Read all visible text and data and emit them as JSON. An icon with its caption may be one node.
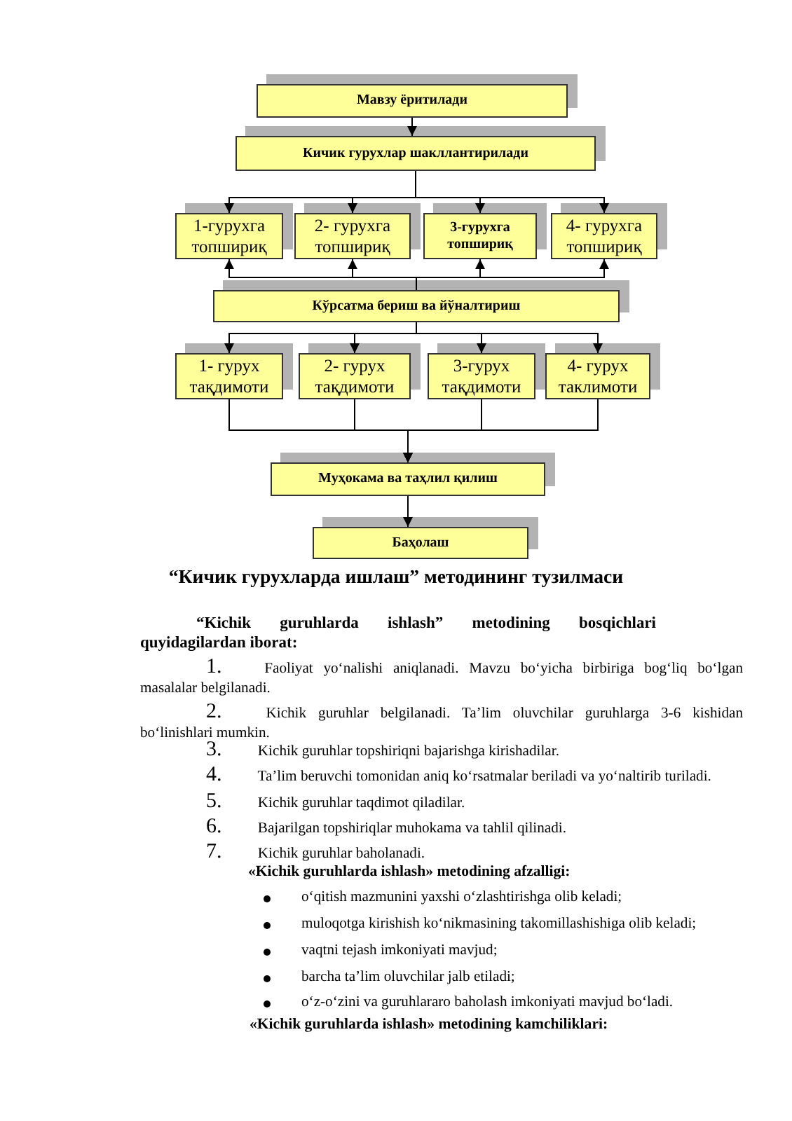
{
  "diagram": {
    "caption": "“Кичик гурухларда ишлаш” методининг тузилмаси",
    "nodes": [
      {
        "text": [
          "Мавзу ёритилади"
        ]
      },
      {
        "text": [
          "Кичик гурухлар шакллантирилади"
        ]
      },
      {
        "text": [
          "1-гурухга топшириқ"
        ]
      },
      {
        "text": [
          "2- гурухга топшириқ"
        ]
      },
      {
        "text": [
          "3-гурухга топшириқ"
        ]
      },
      {
        "text": [
          "4- гурухга топшириқ"
        ]
      },
      {
        "text": [
          "Кўрсатма бериш ва йўналтириш"
        ]
      },
      {
        "text": [
          "1- гурух тақдимоти"
        ]
      },
      {
        "text": [
          "2- гурух тақдимоти"
        ]
      },
      {
        "text": [
          "3-гурух тақдимоти"
        ]
      },
      {
        "text": [
          "4- гурух таклимоти"
        ]
      },
      {
        "text": [
          "Муҳокама ва таҳлил қилиш"
        ]
      },
      {
        "text": [
          "Баҳолаш"
        ]
      }
    ],
    "edges": [
      {
        "from": 0,
        "to": 1,
        "arrow": "to"
      },
      {
        "from": 1,
        "to": 2,
        "arrow": "to"
      },
      {
        "from": 1,
        "to": 3,
        "arrow": "to"
      },
      {
        "from": 1,
        "to": 4,
        "arrow": "to"
      },
      {
        "from": 1,
        "to": 5,
        "arrow": "to"
      },
      {
        "from": 6,
        "to": 2,
        "arrow": "to"
      },
      {
        "from": 6,
        "to": 3,
        "arrow": "to"
      },
      {
        "from": 6,
        "to": 4,
        "arrow": "to"
      },
      {
        "from": 6,
        "to": 5,
        "arrow": "to"
      },
      {
        "from": 6,
        "to": 7,
        "arrow": "to"
      },
      {
        "from": 6,
        "to": 8,
        "arrow": "to"
      },
      {
        "from": 6,
        "to": 9,
        "arrow": "to"
      },
      {
        "from": 6,
        "to": 10,
        "arrow": "to"
      },
      {
        "from": 7,
        "to": 11,
        "arrow": "to"
      },
      {
        "from": 8,
        "to": 11,
        "arrow": "to"
      },
      {
        "from": 9,
        "to": 11,
        "arrow": "to"
      },
      {
        "from": 10,
        "to": 11,
        "arrow": "to"
      },
      {
        "from": 11,
        "to": 12,
        "arrow": "to"
      }
    ],
    "labels": [
      "“Kichik guruhlarda ishlash” metodining bosqichlari quyidagilardan iborat:",
      "1. Faoliyat yo‘nalishi aniqlanadi. Mavzu bo‘yicha birbiriga bog‘liq bo‘lgan masalalar belgilanadi.",
      "2. Kichik guruhlar belgilanadi. Ta’lim oluvchilar guruhlarga 3-6 kishidan bo‘linishlari mumkin.",
      "3. Kichik guruhlar topshiriqni bajarishga kirishadilar.",
      "4. Ta’lim beruvchi tomonidan aniq ko‘rsatmalar beriladi va yo‘naltirib turiladi.",
      "5. Kichik guruhlar taqdimot qiladilar.",
      "6. Bajarilgan topshiriqlar muhokama va tahlil qilinadi.",
      "7. Kichik guruhlar baholanadi.",
      "«Kichik guruhlarda ishlash» metodining afzalligi:",
      "o‘qitish mazmunini yaxshi o‘zlashtirishga olib keladi;",
      "muloqotga kirishish ko‘nikmasining takomillashishiga olib keladi;",
      "vaqtni tejash imkoniyati mavjud;",
      "barcha ta’lim oluvchilar jalb etiladi;",
      "o‘z-o‘zini va guruhlararo baholash imkoniyati mavjud bo‘ladi.",
      "«Kichik guruhlarda ishlash» metodining kamchiliklari:"
    ]
  }
}
